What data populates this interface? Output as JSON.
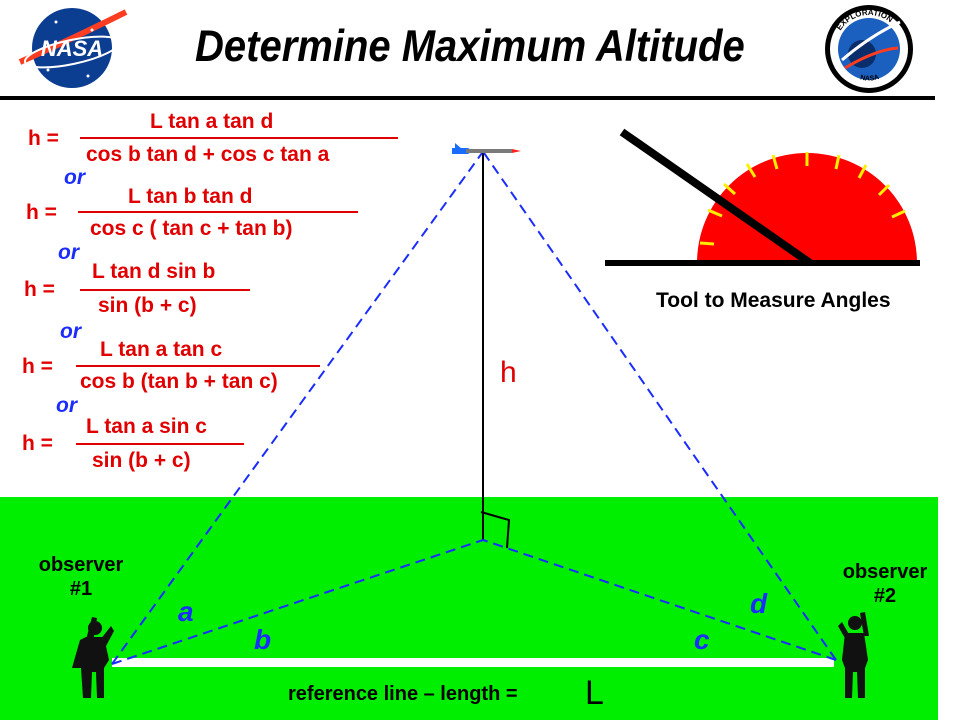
{
  "header": {
    "title": "Determine  Maximum  Altitude",
    "logo_left_text": "NASA",
    "logo_right_text": "EXPLORATION NASA"
  },
  "formulas": [
    {
      "lhs": "h =",
      "numerator": "L  tan a   tan d",
      "denominator": "cos b  tan d  +  cos c  tan a"
    },
    {
      "lhs": "h =",
      "numerator": "L  tan b  tan d",
      "denominator": "cos c  ( tan c + tan b)"
    },
    {
      "lhs": "h =",
      "numerator": "L  tan d  sin b",
      "denominator": "sin (b + c)"
    },
    {
      "lhs": "h =",
      "numerator": "L  tan a  tan c",
      "denominator": "cos b  (tan b + tan c)"
    },
    {
      "lhs": "h =",
      "numerator": "L  tan a  sin c",
      "denominator": "sin (b + c)"
    }
  ],
  "or_label": "or",
  "tool_caption": "Tool to Measure Angles",
  "height_label": "h",
  "angle_labels": {
    "a": "a",
    "b": "b",
    "c": "c",
    "d": "d"
  },
  "observer1": {
    "line1": "observer",
    "line2": "#1"
  },
  "observer2": {
    "line1": "observer",
    "line2": "#2"
  },
  "reference_text": "reference  line –  length =",
  "length_symbol": "L",
  "colors": {
    "formula_red": "#e00000",
    "dashed_blue": "#1a2cff",
    "ground_green": "#00ee00",
    "protractor_red": "#ff0000",
    "protractor_ticks": "#ffee00"
  }
}
